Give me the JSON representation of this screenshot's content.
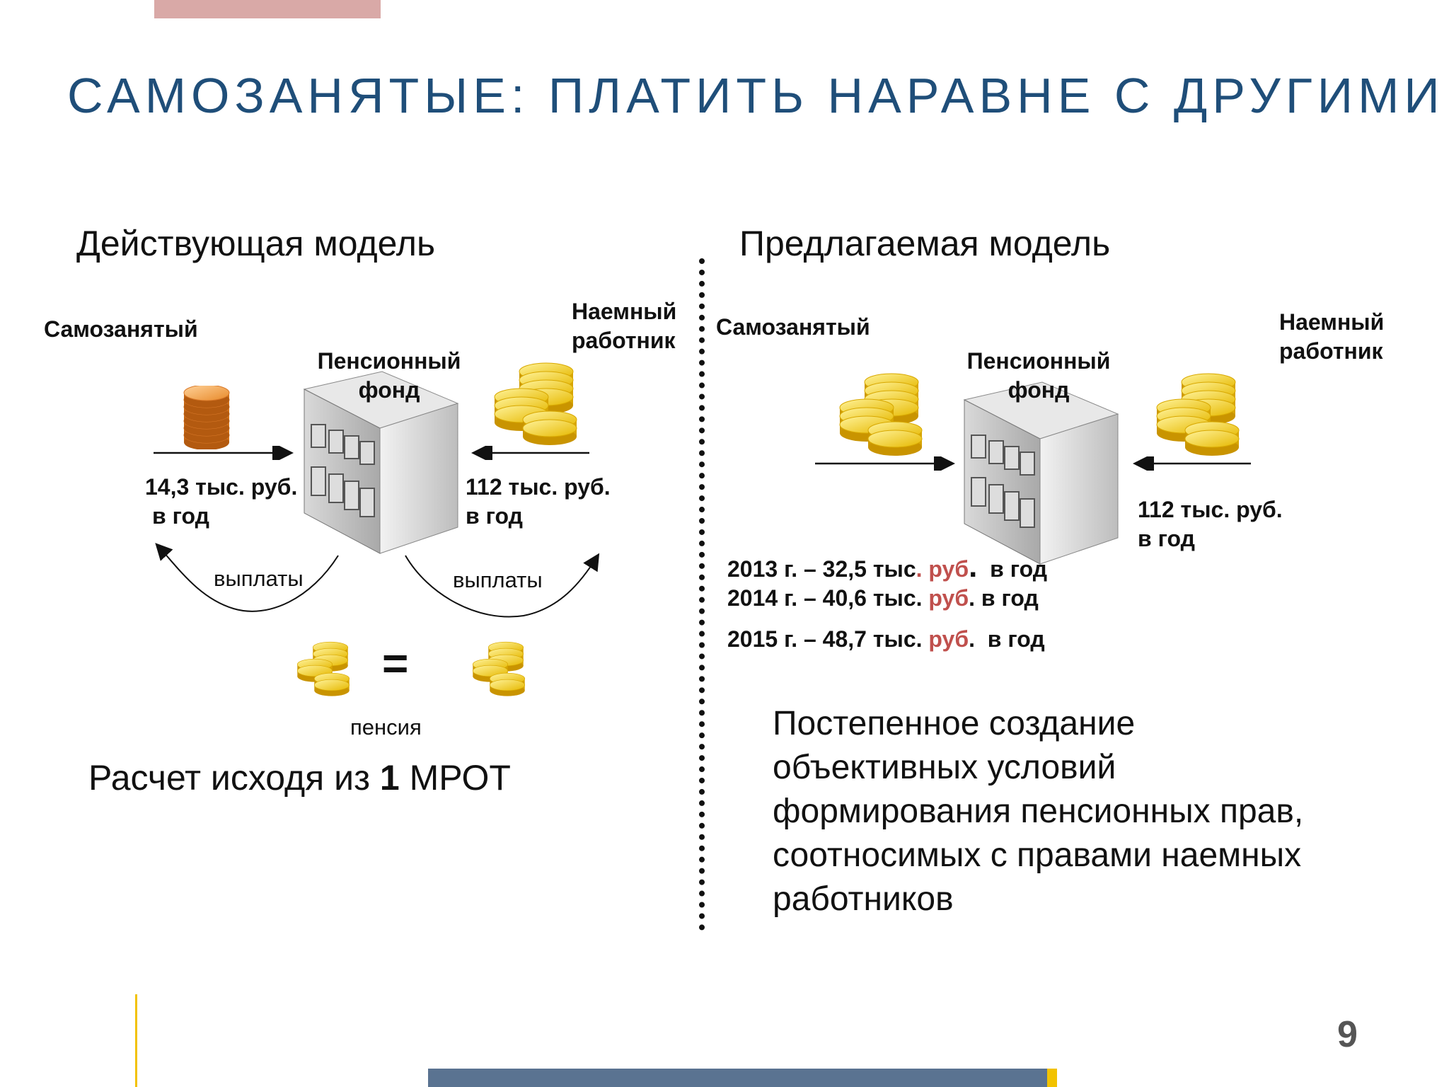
{
  "title": "САМОЗАНЯТЫЕ: ПЛАТИТЬ НАРАВНЕ С ДРУГИМИ",
  "page_number": "9",
  "current_model": {
    "heading": "Действующая модель",
    "self_employed": "Самозанятый",
    "pension_fund": [
      "Пенсионный",
      "фонд"
    ],
    "employee": [
      "Наемный",
      "работник"
    ],
    "self_amount": [
      "14,3 тыс. руб.",
      "в год"
    ],
    "employee_amount": [
      "112 тыс. руб.",
      "в год"
    ],
    "payments_left": "выплаты",
    "payments_right": "выплаты",
    "equals": "=",
    "pension": "пенсия",
    "calc_prefix": "Расчет исходя из ",
    "calc_bold": "1",
    "calc_suffix": " МРОТ"
  },
  "proposed_model": {
    "heading": "Предлагаемая модель",
    "self_employed": "Самозанятый",
    "pension_fund": [
      "Пенсионный",
      "фонд"
    ],
    "employee": [
      "Наемный",
      "работник"
    ],
    "employee_amount": [
      "112 тыс. руб.",
      "в год"
    ],
    "years": [
      {
        "prefix": "2013 г. – 32,5 тыс",
        "sep": ".",
        "rub": "руб",
        "dot": ".",
        "suffix": "в год"
      },
      {
        "prefix": "2014 г. – 40,6 тыс. ",
        "sep": "",
        "rub": "руб",
        "dot": ".",
        "suffix": "в год"
      },
      {
        "prefix": "2015 г. – 48,7 тыс. ",
        "sep": "",
        "rub": "руб",
        "dot": ".",
        "suffix": "в год"
      }
    ],
    "conclusion": [
      "Постепенное создание",
      "объективных условий",
      "формирования пенсионных прав,",
      "соотносимых с правами наемных",
      "работников"
    ]
  },
  "colors": {
    "title": "#1f4e79",
    "rub": "#c0504d",
    "top_bar": "#d9a9a7",
    "bottom_bar": "#5a7391",
    "accent": "#f2c200"
  },
  "icons": [
    "coin-stack-icon",
    "building-icon",
    "arrow-icon"
  ]
}
